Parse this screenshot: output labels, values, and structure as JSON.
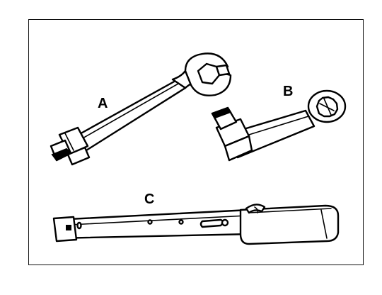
{
  "figure": {
    "labels": {
      "a": "A",
      "b": "B",
      "c": "C"
    },
    "items": [
      {
        "id": "a",
        "icon": "flare-nut-crowfoot-wrench-icon"
      },
      {
        "id": "b",
        "icon": "ring-crowfoot-adapter-icon"
      },
      {
        "id": "c",
        "icon": "torque-wrench-icon"
      }
    ],
    "colors": {
      "ink": "#000000",
      "background": "#ffffff"
    }
  }
}
